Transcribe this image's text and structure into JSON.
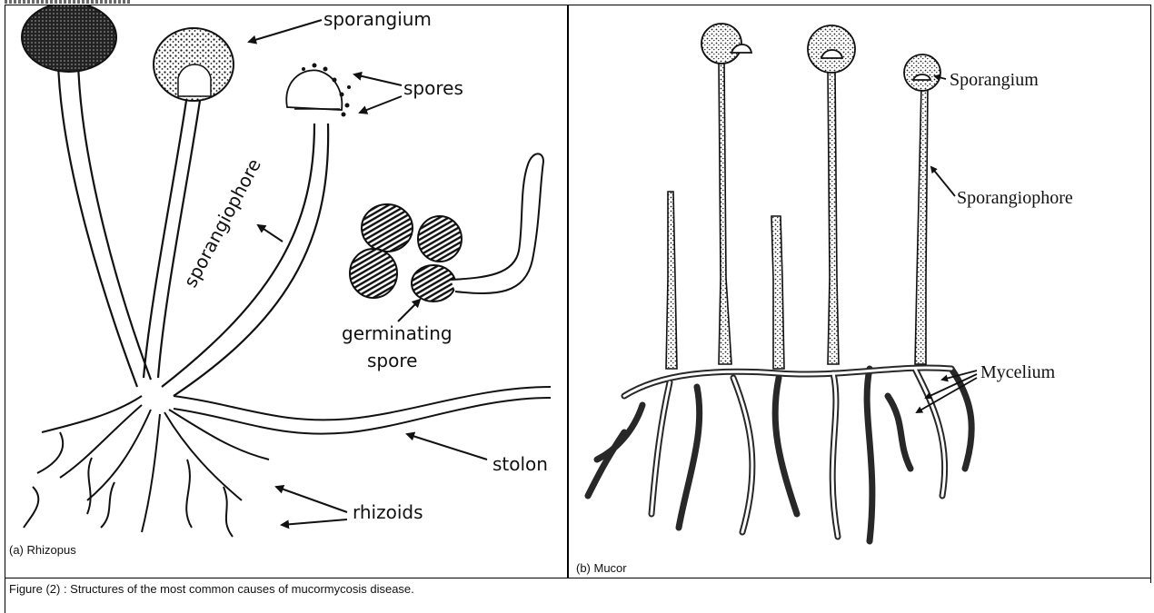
{
  "panels": {
    "a": {
      "caption": "(a) Rhizopus",
      "labels": {
        "sporangium": "sporangium",
        "spores": "spores",
        "sporangiophore": "sporangiophore",
        "germinating": "germinating",
        "spore": "spore",
        "stolon": "stolon",
        "rhizoids": "rhizoids"
      }
    },
    "b": {
      "caption": "(b) Mucor",
      "labels": {
        "sporangium": "Sporangium",
        "sporangiophore": "Sporangiophore",
        "mycelium": "Mycelium"
      }
    }
  },
  "figure_caption": "Figure (2) : Structures of the most common causes of mucormycosis disease."
}
